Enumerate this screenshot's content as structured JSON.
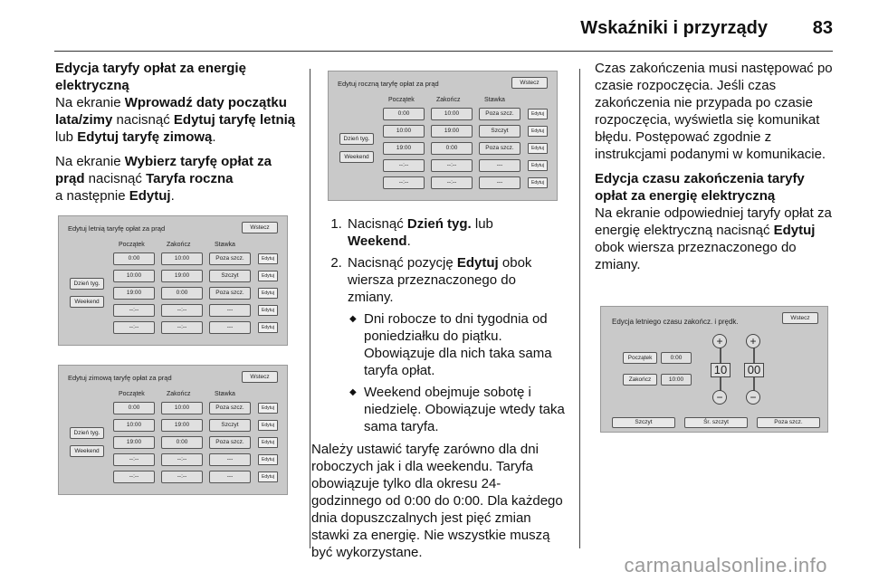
{
  "header": {
    "title": "Wskaźniki i przyrządy",
    "page": "83"
  },
  "col1": {
    "heading": "Edycja taryfy opłat za energię elektryczną",
    "p1": {
      "t1": "Na ekranie ",
      "b1": "Wprowadź daty początku lata/zimy",
      "t2": " nacisnąć ",
      "b2": "Edytuj taryfę letnią",
      "t3": " lub ",
      "b3": "Edytuj taryfę zimową",
      "t4": "."
    },
    "p2": {
      "t1": "Na ekranie ",
      "b1": "Wybierz taryfę opłat za prąd",
      "t2": " nacisnąć ",
      "b2": "Taryfa roczna",
      "t3": " a następnie ",
      "b3": "Edytuj",
      "t4": "."
    }
  },
  "screens": {
    "summer": {
      "title": "Edytuj letnią taryfę opłat za prąd",
      "back": "Wstecz"
    },
    "winter": {
      "title": "Edytuj zimową taryfę opłat za prąd",
      "back": "Wstecz"
    },
    "annual": {
      "title": "Edytuj roczną taryfę opłat za prąd",
      "back": "Wstecz"
    },
    "columns": {
      "start": "Początek",
      "end": "Zakończ",
      "rate": "Stawka"
    },
    "day_buttons": {
      "weekday": "Dzień tyg.",
      "weekend": "Weekend"
    },
    "edit_label": "Edytuj",
    "rows": [
      {
        "start": "0:00",
        "end": "10:00",
        "rate": "Poza szcz."
      },
      {
        "start": "10:00",
        "end": "19:00",
        "rate": "Szczyt"
      },
      {
        "start": "19:00",
        "end": "0:00",
        "rate": "Poza szcz."
      },
      {
        "start": "--:--",
        "end": "--:--",
        "rate": "---"
      },
      {
        "start": "--:--",
        "end": "--:--",
        "rate": "---"
      }
    ]
  },
  "col2": {
    "step1": {
      "t1": "Nacisnąć ",
      "b1": "Dzień tyg.",
      "t2": " lub ",
      "b2": "Weekend",
      "t3": "."
    },
    "step2": {
      "t1": "Nacisnąć pozycję ",
      "b1": "Edytuj",
      "t2": " obok wiersza przeznaczonego do zmiany."
    },
    "bullet1": "Dni robocze to dni tygodnia od poniedziałku do piątku. Obowiązuje dla nich taka sama taryfa opłat.",
    "bullet2": "Weekend obejmuje sobotę i niedzielę. Obowiązuje wtedy taka sama taryfa.",
    "para": "Należy ustawić taryfę zarówno dla dni roboczych jak i dla weekendu. Taryfa obowiązuje tylko dla okresu 24-godzinnego od 0:00 do 0:00. Dla każdego dnia dopuszczalnych jest pięć zmian stawki za energię. Nie wszystkie muszą być wykorzystane."
  },
  "col3": {
    "p1": "Czas zakończenia musi następować po czasie rozpoczęcia. Jeśli czas zakończenia nie przypada po czasie rozpoczęcia, wyświetla się komunikat błędu. Postępować zgodnie z instrukcjami podanymi w komunikacie.",
    "heading": "Edycja czasu zakończenia taryfy opłat za energię elektryczną",
    "p2": {
      "t1": "Na ekranie odpowiedniej taryfy opłat za energię elektryczną nacisnąć ",
      "b1": "Edytuj",
      "t2": " obok wiersza przeznaczonego do zmiany."
    }
  },
  "time_screen": {
    "title": "Edycja letniego czasu zakończ. i prędk.",
    "back": "Wstecz",
    "start_label": "Początek",
    "start_value": "0:00",
    "end_label": "Zakończ",
    "end_value": "10:00",
    "hours": "10",
    "minutes": "00",
    "plus": "+",
    "minus": "−",
    "rate_buttons": [
      "Szczyt",
      "Śr. szczyt",
      "Poza szcz."
    ]
  },
  "watermark": "carmanualsonline.info"
}
